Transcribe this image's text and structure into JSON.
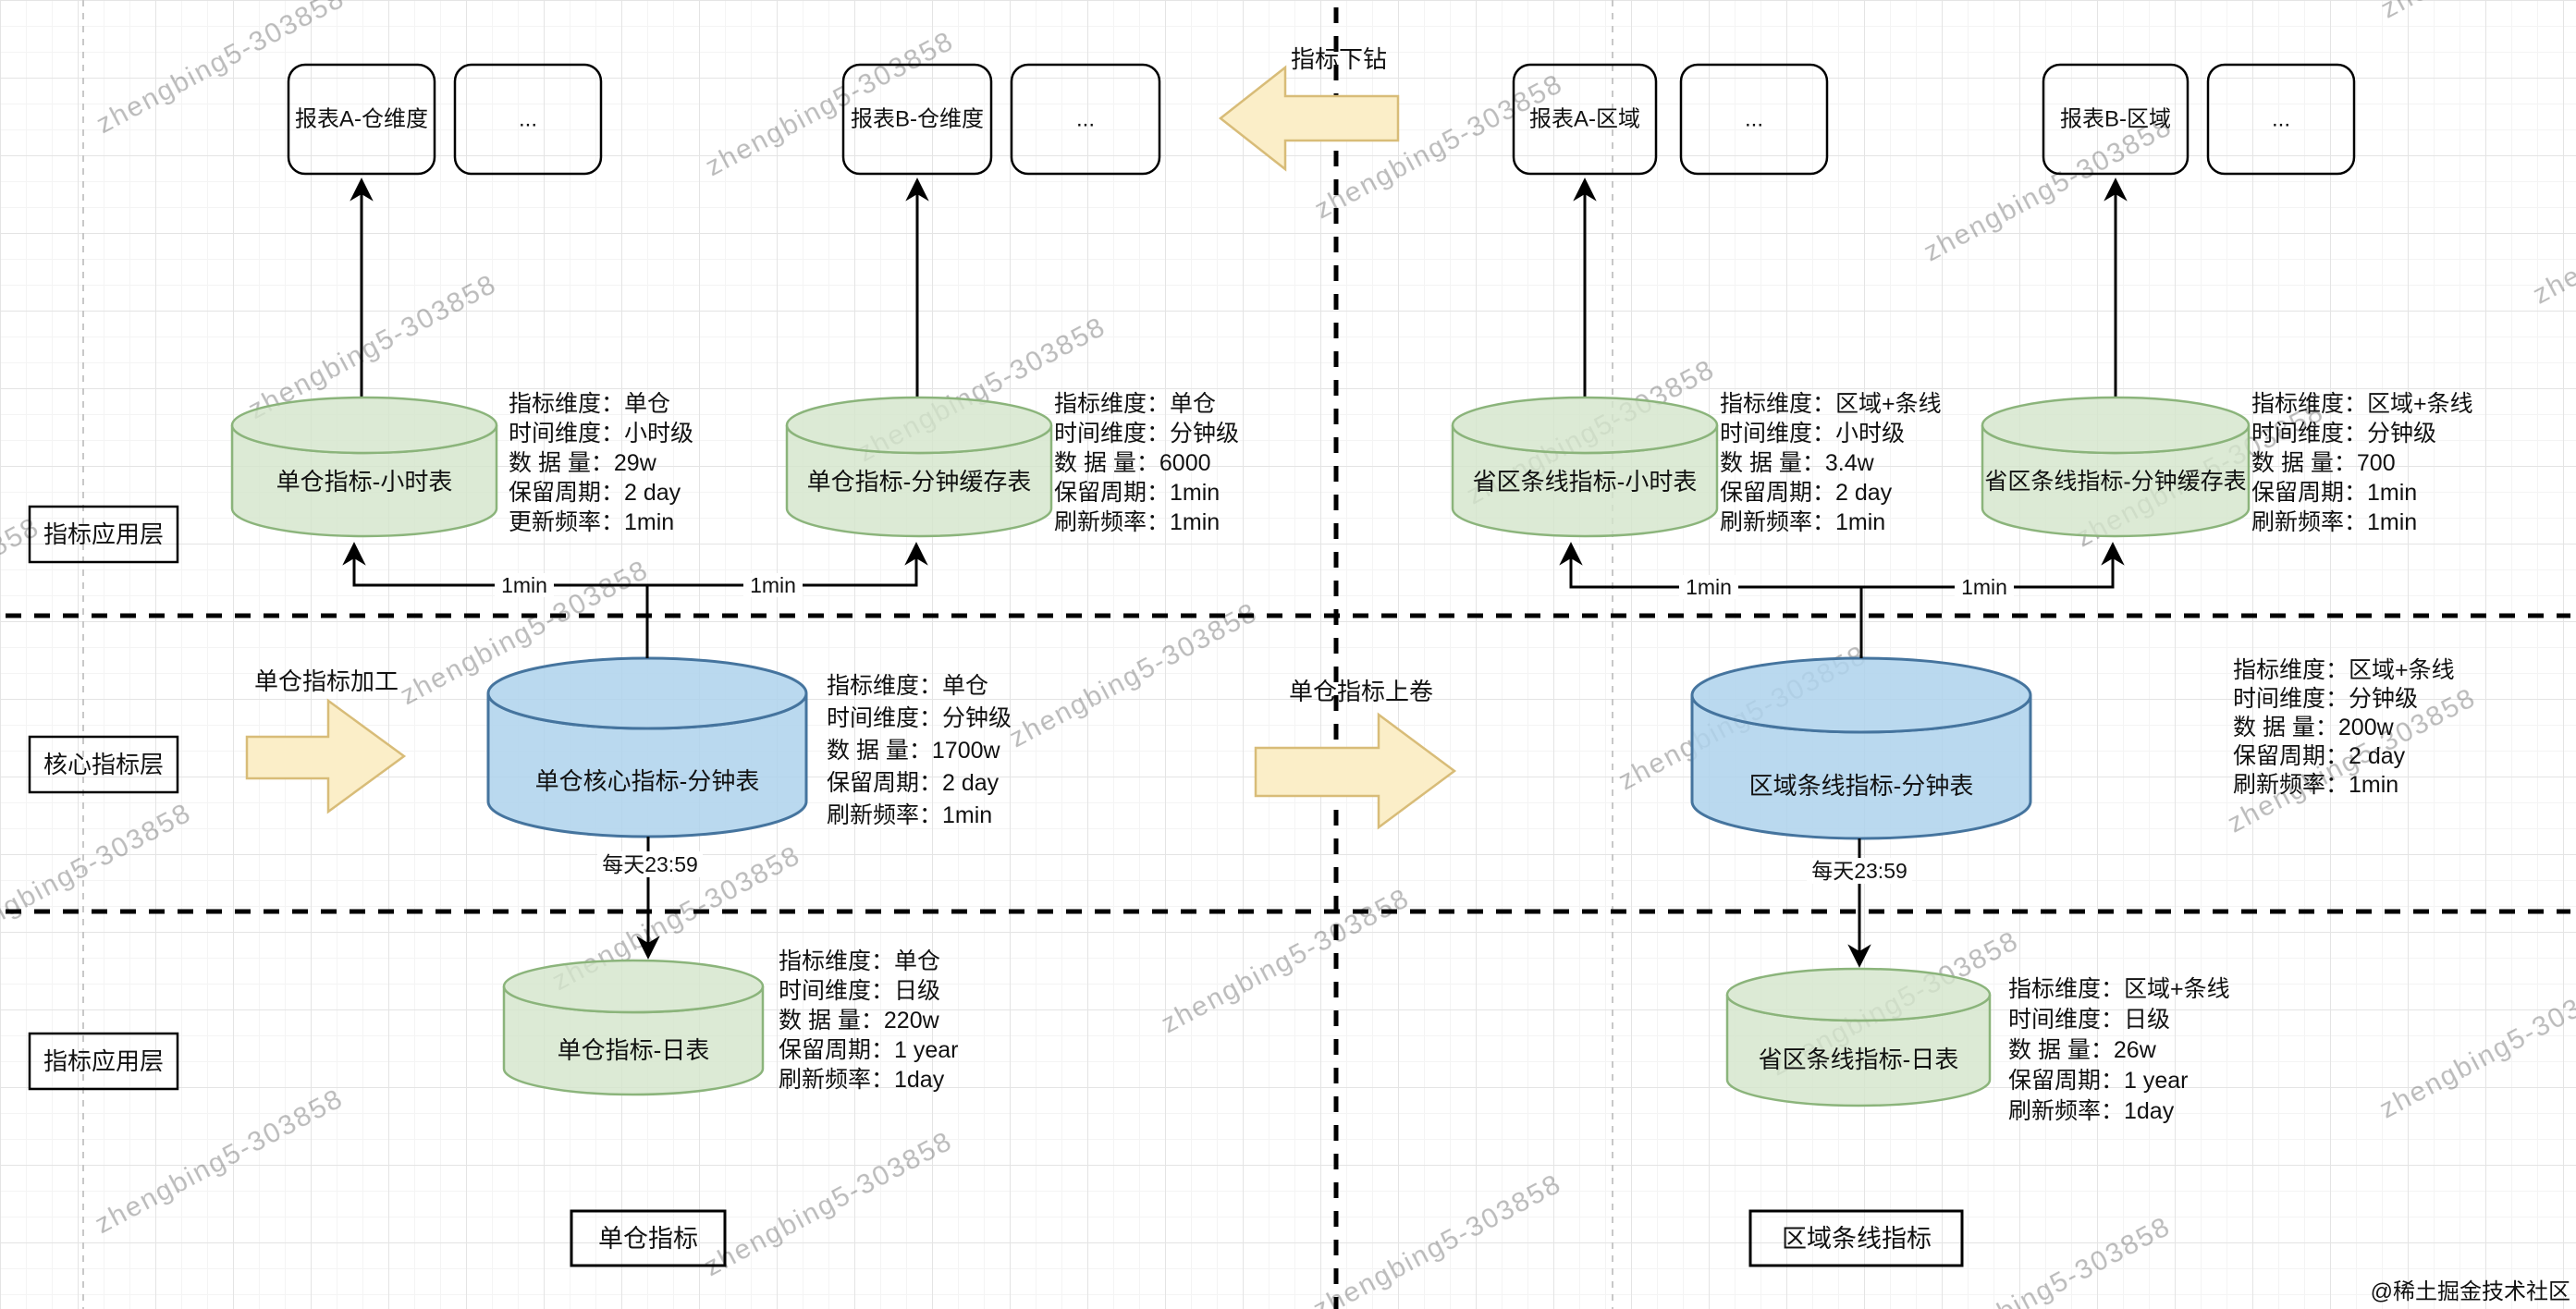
{
  "colors": {
    "green_fill": "#d3e5cb",
    "green_stroke": "#8bb47b",
    "blue_fill": "#aed2ec",
    "blue_stroke": "#45749e",
    "yellow_fill": "#fbeec8",
    "yellow_stroke": "#d8bc78",
    "divider": "#000000",
    "guide": "#c8c8c8",
    "watermark_gray": "#c2c2c2"
  },
  "layer_labels": {
    "top": "指标应用层",
    "middle": "核心指标层",
    "bottom": "指标应用层"
  },
  "flow_arrows": {
    "drill_down": "指标下钻",
    "process": "单仓指标加工",
    "rollup": "单仓指标上卷"
  },
  "report_boxes": {
    "a_warehouse": "报表A-仓维度",
    "a_warehouse_more": "...",
    "b_warehouse": "报表B-仓维度",
    "b_warehouse_more": "...",
    "a_region": "报表A-区域",
    "a_region_more": "...",
    "b_region": "报表B-区域",
    "b_region_more": "..."
  },
  "tables": {
    "wh_hour": {
      "name": "单仓指标-小时表",
      "metrics": [
        "指标维度：单仓",
        "时间维度：小时级",
        "数 据 量：29w",
        "保留周期：2 day",
        "更新频率：1min"
      ]
    },
    "wh_min_cache": {
      "name": "单仓指标-分钟缓存表",
      "metrics": [
        "指标维度：单仓",
        "时间维度：分钟级",
        "数 据 量：6000",
        "保留周期：1min",
        "刷新频率：1min"
      ]
    },
    "region_hour": {
      "name": "省区条线指标-小时表",
      "metrics": [
        "指标维度：区域+条线",
        "时间维度：小时级",
        "数 据 量：3.4w",
        "保留周期：2 day",
        "刷新频率：1min"
      ]
    },
    "region_min_cache": {
      "name": "省区条线指标-分钟缓存表",
      "metrics": [
        "指标维度：区域+条线",
        "时间维度：分钟级",
        "数 据 量：700",
        "保留周期：1min",
        "刷新频率：1min"
      ]
    },
    "wh_core_min": {
      "name": "单仓核心指标-分钟表",
      "metrics": [
        "指标维度：单仓",
        "时间维度：分钟级",
        "数 据 量：1700w",
        "保留周期：2 day",
        "刷新频率：1min"
      ]
    },
    "region_min": {
      "name": "区域条线指标-分钟表",
      "metrics": [
        "指标维度：区域+条线",
        "时间维度：分钟级",
        "数 据 量：200w",
        "保留周期：2 day",
        "刷新频率：1min"
      ]
    },
    "wh_day": {
      "name": "单仓指标-日表",
      "metrics": [
        "指标维度：单仓",
        "时间维度：日级",
        "数 据 量：220w",
        "保留周期：1 year",
        "刷新频率：1day"
      ]
    },
    "region_day": {
      "name": "省区条线指标-日表",
      "metrics": [
        "指标维度：区域+条线",
        "时间维度：日级",
        "数 据 量：26w",
        "保留周期：1 year",
        "刷新频率：1day"
      ]
    }
  },
  "edge_labels": {
    "one_min": "1min",
    "daily": "每天23:59"
  },
  "group_labels": {
    "left": "单仓指标",
    "right": "区域条线指标"
  },
  "watermarks": {
    "diagonal": "zhengbing5-303858",
    "footer": "@稀土掘金技术社区"
  }
}
